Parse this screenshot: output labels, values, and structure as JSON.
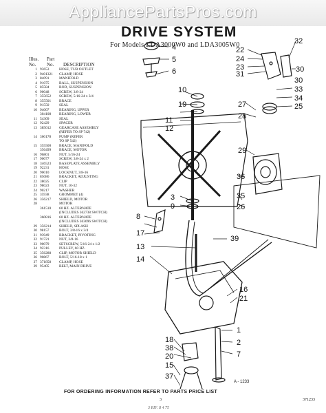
{
  "watermark": "AppliancePartsPros.com",
  "title": "DRIVE SYSTEM",
  "subtitle": "For Models LDA3000W0 and LDA3005W0",
  "columns": {
    "illus": "Illus.",
    "no": "No.",
    "part": "Part",
    "part_no": "No.",
    "description": "DESCRIPTION"
  },
  "parts": [
    {
      "no": "1",
      "pn": "93653",
      "desc": "HOSE, TUB OUTLET"
    },
    {
      "no": "2",
      "pn": "9401321",
      "desc": "CLAMP, HOSE"
    },
    {
      "no": "3",
      "pn": "84091",
      "desc": "MANIFOLD"
    },
    {
      "no": "4",
      "pn": "91075",
      "desc": "BALL, SUSPENSION"
    },
    {
      "no": "5",
      "pn": "85584",
      "desc": "ROD, SUSPENSION"
    },
    {
      "no": "6",
      "pn": "90048",
      "desc": "SCREW, 3/8-24"
    },
    {
      "no": "7",
      "pn": "355652",
      "desc": "SCREW, 5/16-24 x 3/4"
    },
    {
      "no": "8",
      "pn": "355501",
      "desc": "BRACE"
    },
    {
      "no": "9",
      "pn": "91550",
      "desc": "SEAL"
    },
    {
      "no": "10",
      "pn": "94007",
      "desc": "BEARING, UPPER"
    },
    {
      "no": "",
      "pn": "304108",
      "desc": "BEARING, LOWER"
    },
    {
      "no": "11",
      "pn": "54309",
      "desc": "SEAL"
    },
    {
      "no": "12",
      "pn": "92429",
      "desc": "SPACER"
    },
    {
      "no": "13",
      "pn": "385012",
      "desc": "GEARCASE ASSEMBLY"
    },
    {
      "no": "",
      "pn": "",
      "desc": "(REFER TO SP 742)"
    },
    {
      "no": "14",
      "pn": "360178",
      "desc": "PUMP (REFER"
    },
    {
      "no": "",
      "pn": "",
      "desc": "TO SP 542)"
    },
    {
      "no": "15",
      "pn": "355500",
      "desc": "BRACE, MANIFOLD"
    },
    {
      "no": "",
      "pn": "356499",
      "desc": "BRACE, MOTOR"
    },
    {
      "no": "16",
      "pn": "96801",
      "desc": "NUT, 5/16-24"
    },
    {
      "no": "17",
      "pn": "90077",
      "desc": "SCREW, 3/8-24 x 2"
    },
    {
      "no": "18",
      "pn": "346523",
      "desc": "BASEPLATE ASSEMBLY"
    },
    {
      "no": "19",
      "pn": "92231",
      "desc": "HOSE"
    },
    {
      "no": "20",
      "pn": "90010",
      "desc": "LOCKNUT, 3/8-16"
    },
    {
      "no": "21",
      "pn": "85086",
      "desc": "BRACKET, ADJUSTING"
    },
    {
      "no": "22",
      "pn": "38025",
      "desc": "CLIP"
    },
    {
      "no": "23",
      "pn": "98023",
      "desc": "NUT, 10-32"
    },
    {
      "no": "24",
      "pn": "90217",
      "desc": "WASHER"
    },
    {
      "no": "25",
      "pn": "35938",
      "desc": "GROMMET (4)"
    },
    {
      "no": "26",
      "pn": "356217",
      "desc": "SHIELD, MOTOR"
    },
    {
      "no": "28",
      "pn": "",
      "desc": "MOTOR"
    },
    {
      "no": "",
      "pn": "361510",
      "desc": "60 HZ. ALTERNATE"
    },
    {
      "no": "",
      "pn": "",
      "desc": "(INCLUDES 362738 SWITCH)"
    },
    {
      "no": "",
      "pn": "360816",
      "desc": "60 HZ. ALTERNATE"
    },
    {
      "no": "",
      "pn": "",
      "desc": "(INCLUDES 363096 SWITCH)"
    },
    {
      "no": "29",
      "pn": "356214",
      "desc": "SHIELD, SPLASH"
    },
    {
      "no": "30",
      "pn": "98157",
      "desc": "BOLT, 3/8-16 x 3/4"
    },
    {
      "no": "31",
      "pn": "93949",
      "desc": "BRACKET, PIVOTING"
    },
    {
      "no": "32",
      "pn": "91721",
      "desc": "NUT, 3/8-16"
    },
    {
      "no": "33",
      "pn": "90079",
      "desc": "SETSCREW, 5/16-24 x 1/2"
    },
    {
      "no": "34",
      "pn": "92316",
      "desc": "PULLEY, 60 HZ."
    },
    {
      "no": "35",
      "pn": "356288",
      "desc": "CLIP, MOTOR SHIELD"
    },
    {
      "no": "36",
      "pn": "90867",
      "desc": "BOLT, 5/16-18 x 1"
    },
    {
      "no": "37",
      "pn": "371858",
      "desc": "CLAMP, HOSE"
    },
    {
      "no": "39",
      "pn": "95405",
      "desc": "BELT, MAIN DRIVE"
    }
  ],
  "callouts": [
    "4",
    "5",
    "6",
    "10",
    "19",
    "11",
    "12",
    "3",
    "9",
    "8",
    "17",
    "13",
    "14",
    "39",
    "18",
    "38",
    "20",
    "15",
    "37",
    "1",
    "2",
    "7",
    "16",
    "21",
    "22",
    "24",
    "23",
    "31",
    "30",
    "32",
    "33",
    "34",
    "25",
    "27",
    "28",
    "29",
    "36",
    "35",
    "26",
    "30"
  ],
  "figure_code": "A - 1233",
  "footer": "FOR ORDERING INFORMATION REFER TO PARTS PRICE LIST",
  "page_number": "3",
  "doc_ref": "SP 742",
  "revision": "371233",
  "handwritten": "3 RIF. 8 4 75"
}
